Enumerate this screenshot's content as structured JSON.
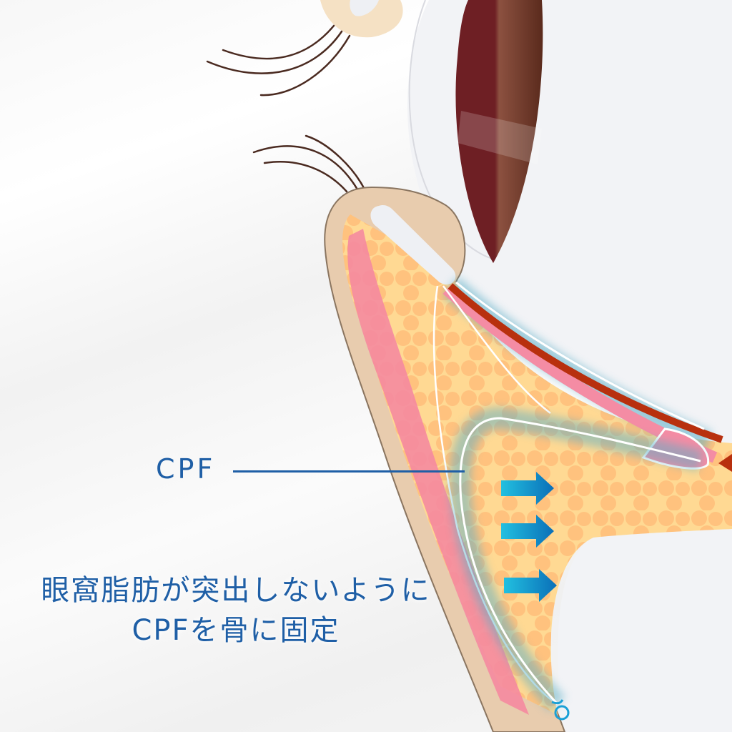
{
  "labels": {
    "cpf": "CPF",
    "caption_line1": "眼窩脂肪が突出しないように",
    "caption_line2": "CPFを骨に固定"
  },
  "icons": {
    "arrows": [
      "arrow-right-icon",
      "arrow-right-icon",
      "arrow-right-icon"
    ],
    "suture": "suture-loop-icon"
  },
  "colors": {
    "text": "#1f5fa6",
    "skin": "#e8ccae",
    "skin_outline": "#8a7560",
    "fat": "#ffc98a",
    "fat_bg": "#ffd993",
    "muscle": "#f58aa0",
    "iris_dark": "#6e1f24",
    "iris_light": "#8c5140",
    "arrow_start": "#22c0e0",
    "arrow_end": "#0a6fb8",
    "cpf_glow": "#5aaec6",
    "retractor": "#b8300e",
    "background": "#f2f3f6"
  }
}
